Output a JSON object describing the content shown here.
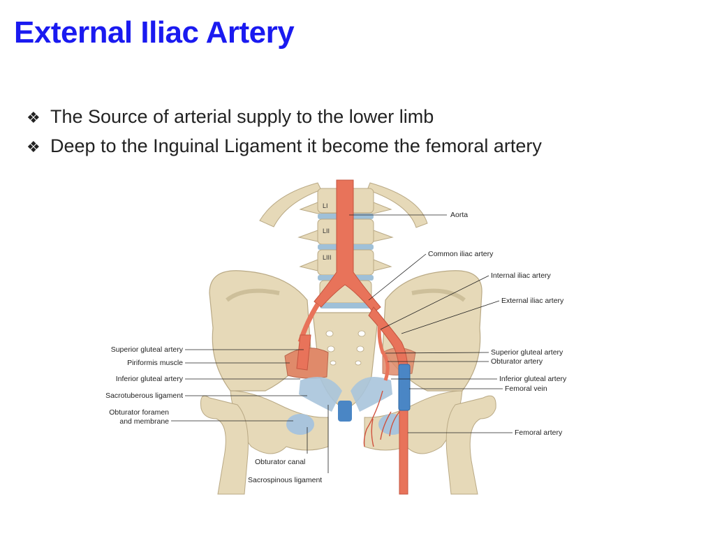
{
  "slide": {
    "title": "External Iliac Artery",
    "bullets": [
      {
        "marker": "diamond-bullet-icon",
        "text": "The Source of arterial supply to the lower limb"
      },
      {
        "marker": "diamond-bullet-icon",
        "text": "Deep to the Inguinal Ligament it become the femoral artery"
      }
    ]
  },
  "figure": {
    "vertebra_labels": [
      "LI",
      "LII",
      "LIII"
    ],
    "left_labels": [
      "Superior gluteal artery",
      "Piriformis muscle",
      "Inferior gluteal artery",
      "Sacrotuberous ligament",
      "Obturator foramen",
      "and membrane"
    ],
    "right_labels": [
      "Aorta",
      "Common iliac artery",
      "Internal iliac artery",
      "External iliac artery",
      "Superior gluteal artery",
      "Obturator artery",
      "Inferior gluteal artery",
      "Femoral vein",
      "Femoral artery"
    ],
    "bottom_labels": [
      "Obturator canal",
      "Sacrospinous ligament"
    ]
  },
  "colors": {
    "title": "#1a1af0",
    "bone": "#e6d9b8",
    "artery": "#e8735a",
    "vein": "#4a86c5",
    "ligament": "#a9c4dc",
    "muscle": "#e08a6a"
  }
}
